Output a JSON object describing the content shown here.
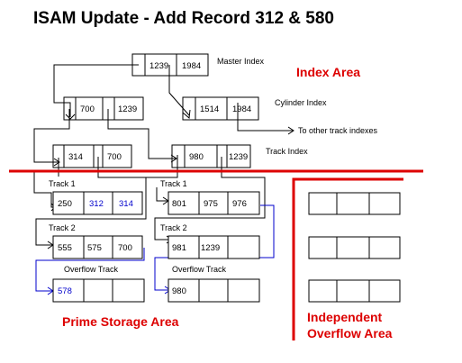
{
  "title": "ISAM Update - Add Record 312 & 580",
  "labels": {
    "master_index": "Master Index",
    "cylinder_index": "Cylinder Index",
    "to_other": "To other track indexes",
    "track_index": "Track Index",
    "index_area": "Index Area",
    "prime_area": "Prime Storage Area",
    "overflow_area_1": "Independent",
    "overflow_area_2": "Overflow Area"
  },
  "master": {
    "v1": "1239",
    "v2": "1984"
  },
  "cylinder_left": {
    "v1": "700",
    "v2": "1239"
  },
  "cylinder_right": {
    "v1": "1514",
    "v2": "1984"
  },
  "track_index_left": {
    "v1": "314",
    "v2": "700"
  },
  "track_index_right": {
    "v1": "980",
    "v2": "1239"
  },
  "left": {
    "track1_label": "Track 1",
    "track1": [
      "250",
      "312",
      "314"
    ],
    "track2_label": "Track 2",
    "track2": [
      "555",
      "575",
      "700"
    ],
    "overflow_label": "Overflow Track",
    "overflow": [
      "578",
      "",
      ""
    ]
  },
  "right": {
    "track1_label": "Track 1",
    "track1": [
      "801",
      "975",
      "976"
    ],
    "track2_label": "Track 2",
    "track2": [
      "981",
      "1239",
      ""
    ],
    "overflow_label": "Overflow Track",
    "overflow": [
      "980",
      "",
      ""
    ]
  },
  "colors": {
    "accent_red": "#dd0000",
    "highlight_blue": "#0000cc"
  }
}
